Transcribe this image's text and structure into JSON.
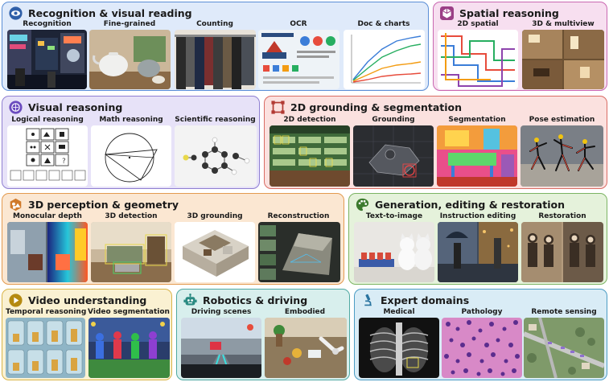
{
  "panels": {
    "recognition": {
      "title": "Recognition & visual reading",
      "items": [
        "Recognition",
        "Fine-grained",
        "Counting",
        "OCR",
        "Doc & charts"
      ]
    },
    "spatial": {
      "title": "Spatial reasoning",
      "items": [
        "2D spatial",
        "3D & multiview"
      ]
    },
    "visual_reasoning": {
      "title": "Visual reasoning",
      "items": [
        "Logical reasoning",
        "Math reasoning",
        "Scientific reasoning"
      ]
    },
    "grounding": {
      "title": "2D grounding & segmentation",
      "items": [
        "2D detection",
        "Grounding",
        "Segmentation",
        "Pose estimation"
      ]
    },
    "perception3d": {
      "title": "3D perception & geometry",
      "items": [
        "Monocular depth",
        "3D detection",
        "3D grounding",
        "Reconstruction"
      ]
    },
    "generation": {
      "title": "Generation, editing & restoration",
      "items": [
        "Text-to-image",
        "Instruction editing",
        "Restoration"
      ]
    },
    "video": {
      "title": "Video understanding",
      "items": [
        "Temporal reasoning",
        "Video segmentation"
      ]
    },
    "robotics": {
      "title": "Robotics & driving",
      "items": [
        "Driving scenes",
        "Embodied"
      ]
    },
    "expert": {
      "title": "Expert domains",
      "items": [
        "Medical",
        "Pathology",
        "Remote sensing"
      ]
    }
  },
  "colors": {
    "blue": "#5b8ed6",
    "blue_bg": "#dfeafa",
    "pink": "#c967b1",
    "pink_bg": "#f7dff0",
    "purple": "#8f7fd1",
    "purple_bg": "#e7e2f8",
    "red": "#d96b63",
    "red_bg": "#fbe1df",
    "orange": "#e39a4f",
    "orange_bg": "#fbe7d2",
    "green": "#7cb463",
    "green_bg": "#e5f2db",
    "yellow": "#d9b54a",
    "yellow_bg": "#faf1d2",
    "teal": "#4fa9a2",
    "teal_bg": "#d8efed",
    "cyan": "#4b9cc4",
    "cyan_bg": "#d9ecf6"
  },
  "icons": {
    "recognition": "eye-icon",
    "spatial": "cube-icon",
    "visual_reasoning": "brain-icon",
    "grounding": "bounding-box-icon",
    "perception3d": "shapes-icon",
    "generation": "palette-icon",
    "video": "play-icon",
    "robotics": "robot-icon",
    "expert": "microscope-icon"
  }
}
